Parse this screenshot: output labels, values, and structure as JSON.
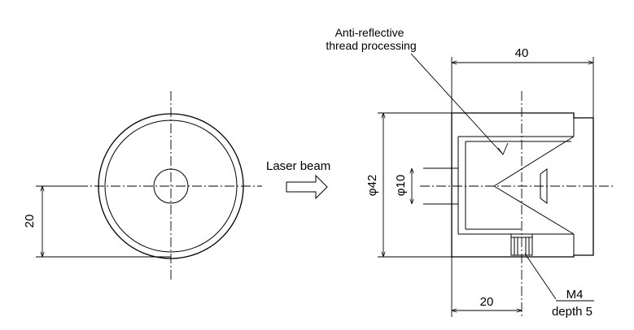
{
  "labels": {
    "annotation_line1": "Anti-reflective",
    "annotation_line2": "thread processing",
    "laser_beam": "Laser beam",
    "dim_width": "40",
    "dim_diameter_outer": "φ42",
    "dim_diameter_inner": "φ10",
    "dim_height_left": "20",
    "dim_offset_bottom": "20",
    "thread_size": "M4",
    "thread_depth": "depth 5"
  }
}
